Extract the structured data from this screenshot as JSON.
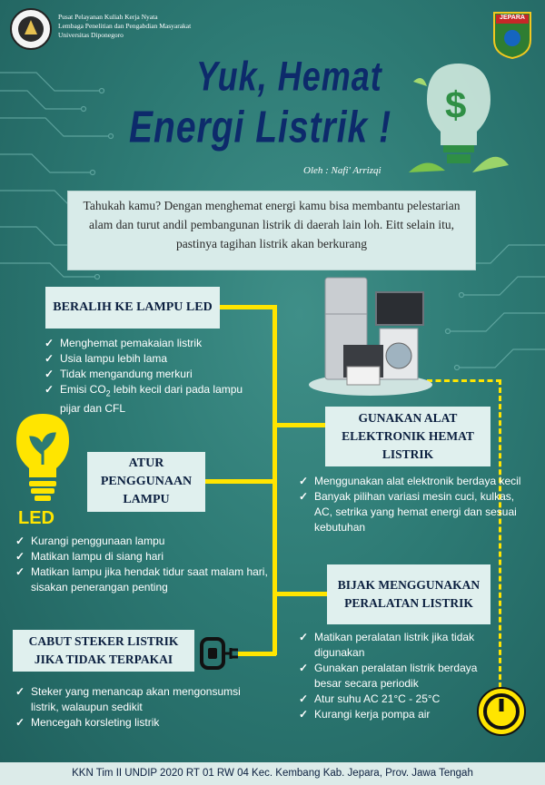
{
  "header": {
    "line1": "Pusat Pelayanan Kuliah Kerja Nyata",
    "line2": "Lembaga Penelitian dan Pengabdian Masyarakat",
    "line3": "Universitas Diponegoro",
    "badge_text": "JEPARA"
  },
  "title": {
    "line1": "Yuk, Hemat",
    "line2": "Energi Listrik !"
  },
  "author": "Oleh : Nafi' Arrizqi",
  "intro": "Tahukah kamu? Dengan menghemat energi kamu bisa membantu pelestarian alam dan turut andil pembangunan listrik di daerah lain loh. Eitt selain itu, pastinya tagihan listrik akan berkurang",
  "sections": {
    "led": {
      "title": "BERALIH KE LAMPU LED",
      "items": [
        "Menghemat pemakaian listrik",
        "Usia lampu lebih lama",
        "Tidak mengandung merkuri"
      ],
      "item4_pre": "Emisi CO",
      "item4_sub": "2",
      "item4_post": " lebih kecil dari pada lampu pijar dan CFL"
    },
    "atur": {
      "title": "ATUR PENGGUNAAN LAMPU",
      "items": [
        "Kurangi penggunaan lampu",
        "Matikan lampu di siang hari",
        "Matikan lampu jika hendak tidur saat malam hari, sisakan penerangan penting"
      ]
    },
    "cabut": {
      "title": "CABUT STEKER LISTRIK JIKA TIDAK TERPAKAI",
      "items": [
        "Steker yang menancap akan mengonsumsi listrik, walaupun sedikit",
        "Mencegah korsleting listrik"
      ]
    },
    "gunakan": {
      "title": "GUNAKAN ALAT ELEKTRONIK HEMAT LISTRIK",
      "items": [
        "Menggunakan alat elektronik berdaya kecil",
        "Banyak pilihan variasi mesin cuci, kulkas, AC, setrika yang hemat energi dan sesuai kebutuhan"
      ]
    },
    "bijak": {
      "title": "BIJAK MENGGUNAKAN PERALATAN LISTRIK",
      "items": [
        "Matikan peralatan listrik jika tidak digunakan",
        "Gunakan peralatan listrik berdaya besar secara periodik",
        "Atur suhu AC 21°C - 25°C",
        "Kurangi kerja pompa air"
      ]
    }
  },
  "led_label": "LED",
  "footer": "KKN Tim II UNDIP 2020 RT 01 RW 04 Kec. Kembang Kab. Jepara, Prov. Jawa Tengah",
  "colors": {
    "accent_yellow": "#ffe500",
    "title_navy": "#0d2a6b",
    "box_bg": "#e0f0ee",
    "bg_teal": "#2d7a74"
  },
  "icons": [
    "undip-logo",
    "jepara-emblem",
    "dollar-bulb-icon",
    "led-bulb-icon",
    "appliances-illustration",
    "plug-icon",
    "power-button-icon",
    "circuit-decoration"
  ]
}
